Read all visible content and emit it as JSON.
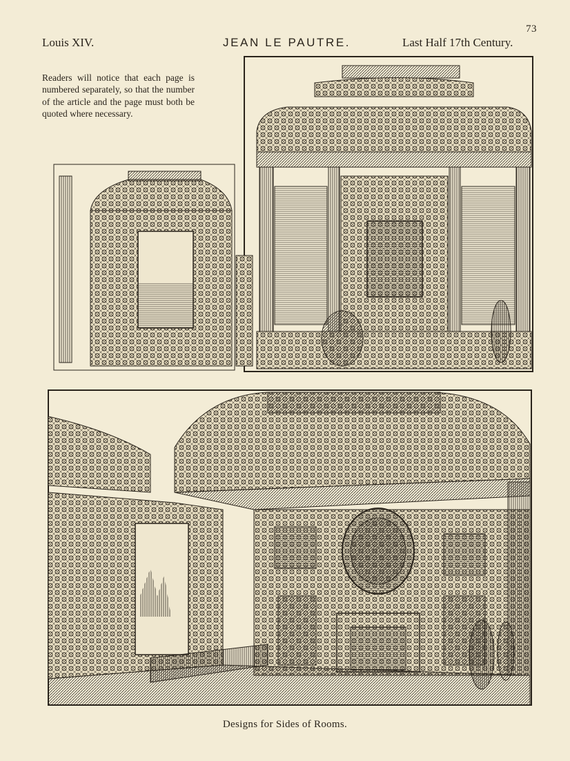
{
  "header": {
    "page_number": "73",
    "left": "Louis XIV.",
    "center": "JEAN LE PAUTRE.",
    "right": "Last Half 17th Century."
  },
  "notice": "Readers will notice that each page is numbered separately, so that the number of the article and the page must both be quoted where necessary.",
  "figure": {
    "caption": "Designs for Sides of Rooms."
  },
  "colors": {
    "paper": "#f3ecd6",
    "ink": "#2a241c"
  }
}
